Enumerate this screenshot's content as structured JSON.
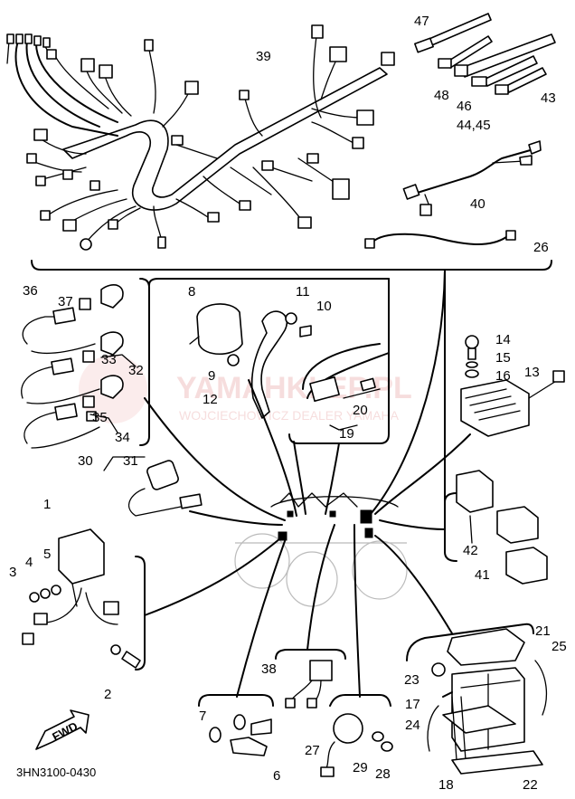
{
  "diagram": {
    "code": "3HN3100-0430",
    "fwd_label": "FWD",
    "watermark": {
      "main": "YAMAHKLEP.PL",
      "sub": "WOJCIECHOWICZ DEALER YAMAHA"
    },
    "callouts": {
      "c1": "1",
      "c2": "2",
      "c3": "3",
      "c4": "4",
      "c5": "5",
      "c6": "6",
      "c7": "7",
      "c8": "8",
      "c9": "9",
      "c10": "10",
      "c11": "11",
      "c12": "12",
      "c13": "13",
      "c14": "14",
      "c15": "15",
      "c16": "16",
      "c17": "17",
      "c18": "18",
      "c19": "19",
      "c20": "20",
      "c21": "21",
      "c22": "22",
      "c23": "23",
      "c24": "24",
      "c25": "25",
      "c26": "26",
      "c27": "27",
      "c28": "28",
      "c29": "29",
      "c30": "30",
      "c31": "31",
      "c32": "32",
      "c33": "33",
      "c34": "34",
      "c35": "35",
      "c36": "36",
      "c37": "37",
      "c38": "38",
      "c39": "39",
      "c40": "40",
      "c41": "41",
      "c42": "42",
      "c43": "43",
      "c44_45": "44,45",
      "c46": "46",
      "c47": "47",
      "c48": "48"
    }
  }
}
